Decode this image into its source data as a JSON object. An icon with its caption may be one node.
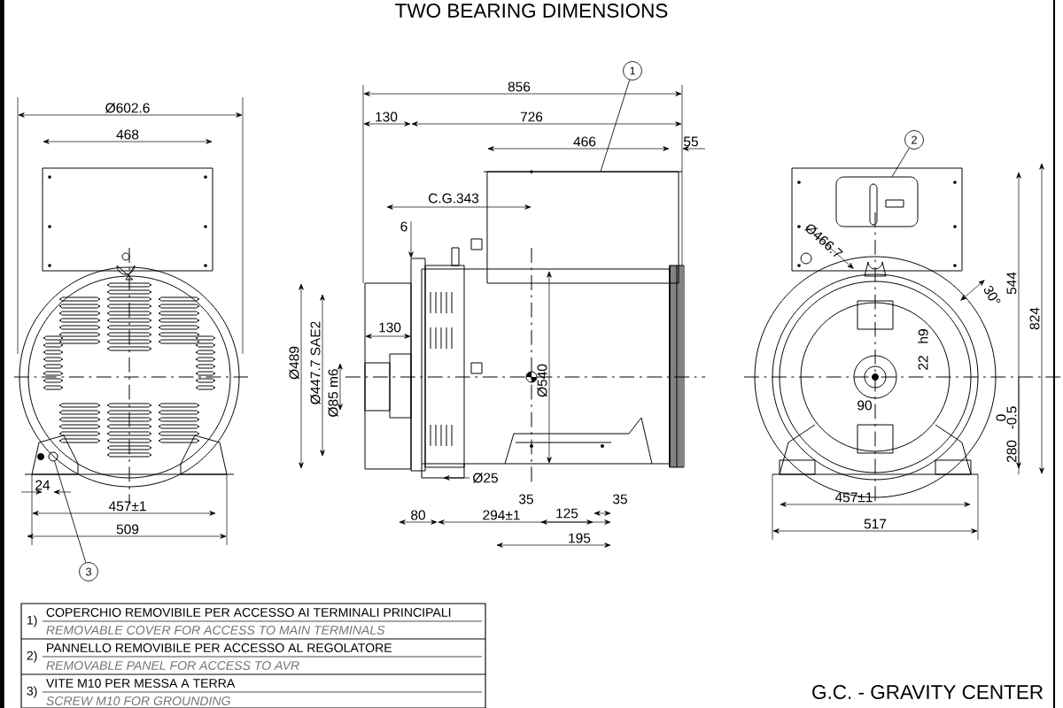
{
  "diagram": {
    "title": "TWO BEARING DIMENSIONS",
    "nodes": [
      {
        "text": [
          "1"
        ]
      },
      {
        "text": [
          "2"
        ]
      },
      {
        "text": [
          "3"
        ]
      },
      {
        "text": [],
        "shape": "box"
      },
      {
        "text": [],
        "shape": "box"
      },
      {
        "text": [],
        "shape": "circle"
      }
    ],
    "edges": [
      {
        "from": 0,
        "to": 3,
        "arrow": "none"
      },
      {
        "from": 1,
        "to": 4,
        "arrow": "none"
      },
      {
        "from": 2,
        "to": 5,
        "arrow": "none"
      }
    ],
    "labels": [
      "Ø602.6",
      "468",
      "856",
      "130",
      "726",
      "466",
      "55",
      "C.G.343",
      "6",
      "Ø489",
      "Ø447.7 SAE2",
      "Ø85 m6",
      "130",
      "Ø540",
      "Ø466.7",
      "30°",
      "544",
      "824",
      "22",
      "h9",
      "90",
      "280",
      "0",
      "-0.5",
      "24",
      "457±1",
      "509",
      "Ø25",
      "80",
      "294±1",
      "35",
      "125",
      "35",
      "195",
      "457±1",
      "517",
      "1)",
      "COPERCHIO REMOVIBILE PER ACCESSO AI TERMINALI PRINCIPALI",
      "REMOVABLE COVER FOR ACCESS TO MAIN TERMINALS",
      "2)",
      "PANNELLO REMOVIBILE PER ACCESSO AL REGOLATORE",
      "REMOVABLE PANEL FOR ACCESS TO AVR",
      "3)",
      "VITE M10 PER MESSA A TERRA",
      "SCREW M10 FOR GROUNDING",
      "G.C. - GRAVITY CENTER"
    ]
  }
}
